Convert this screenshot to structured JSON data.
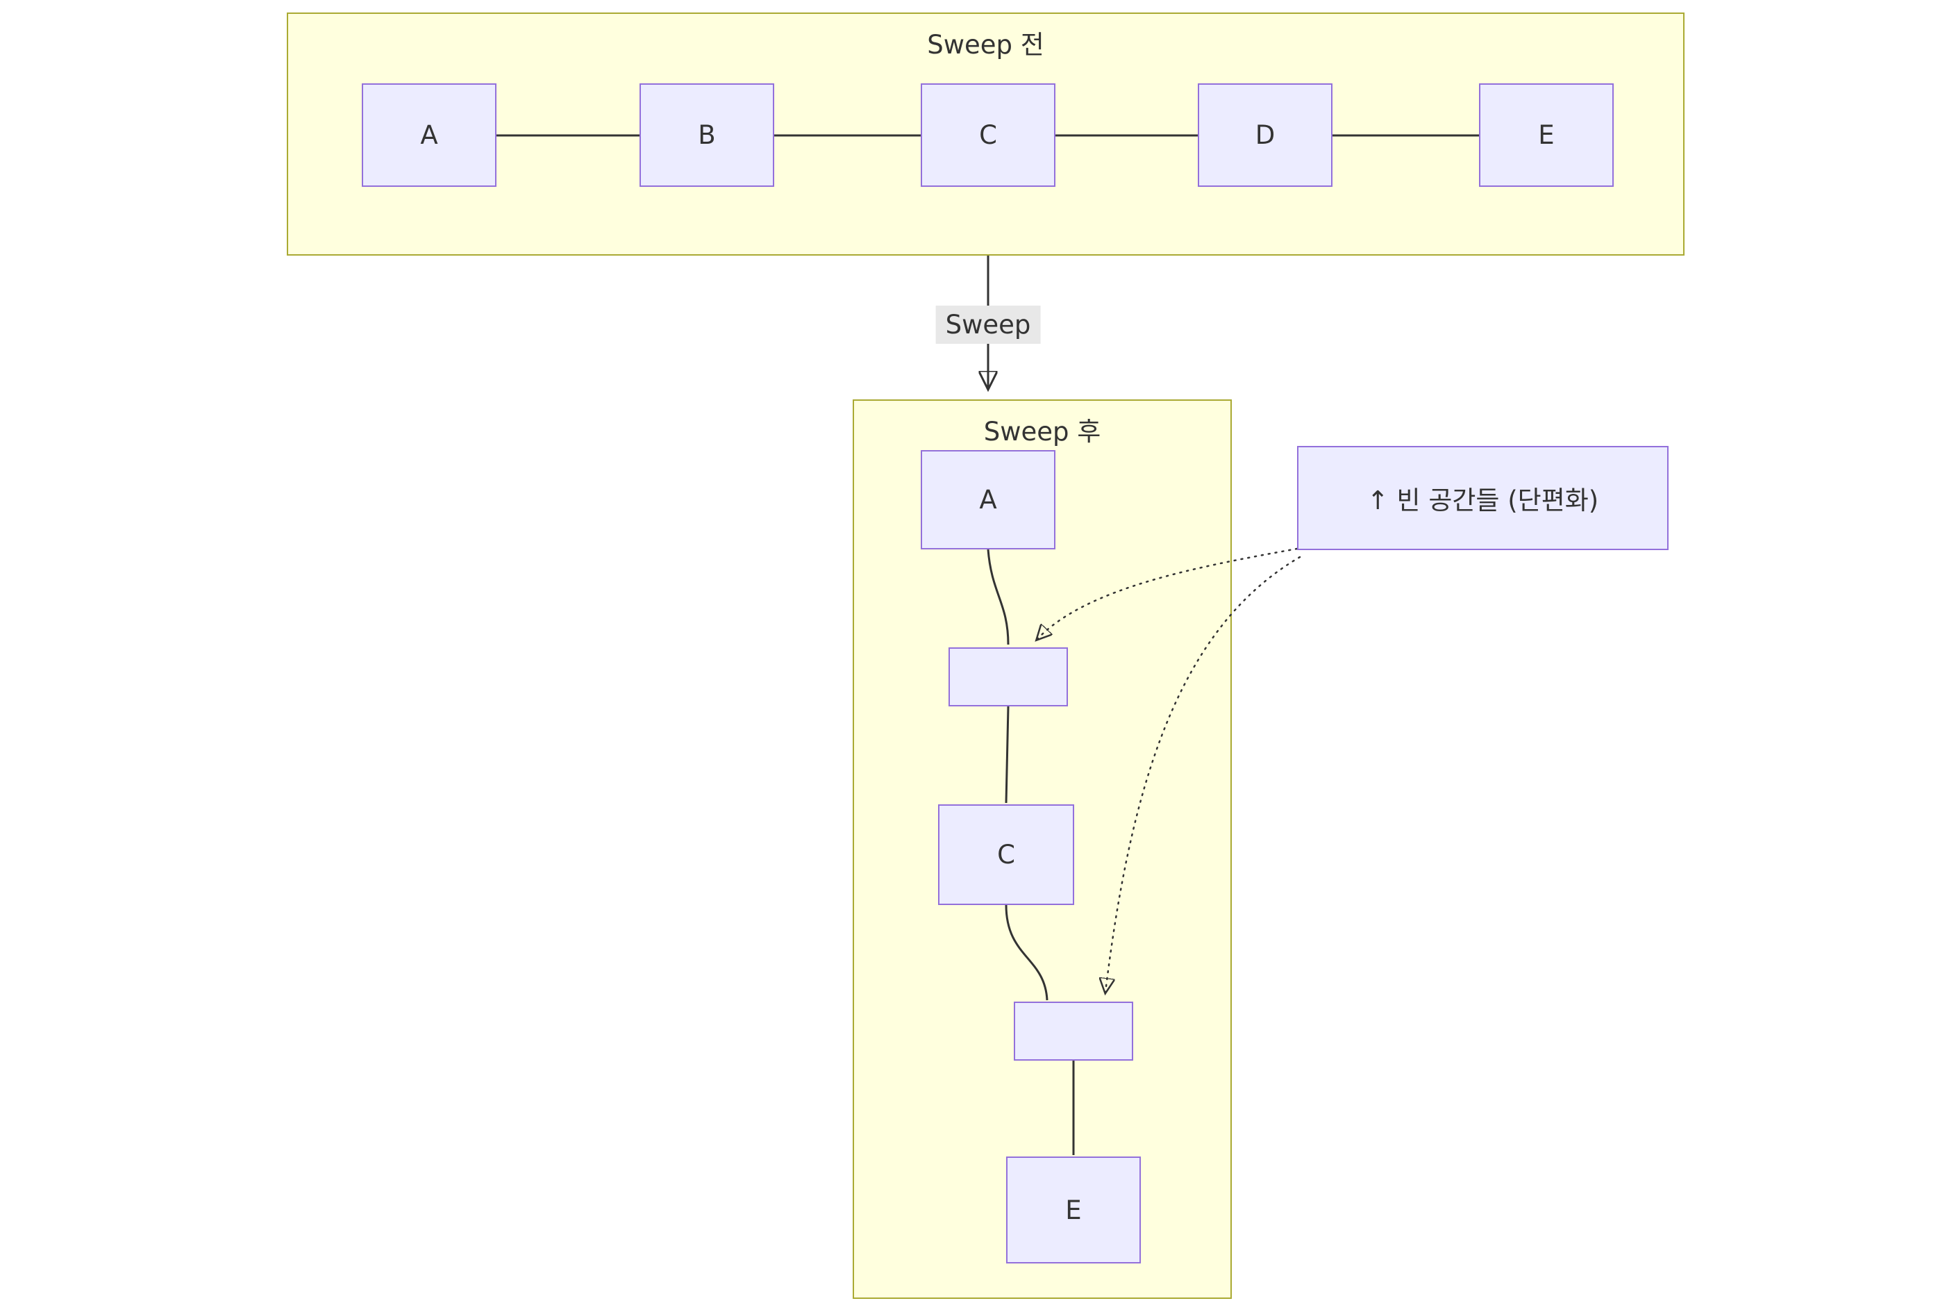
{
  "diagram": {
    "before": {
      "title": "Sweep 전",
      "nodes": [
        "A",
        "B",
        "C",
        "D",
        "E"
      ]
    },
    "sweep_label": "Sweep",
    "after": {
      "title": "Sweep 후",
      "nodes": [
        "A",
        "",
        "C",
        "",
        "E"
      ]
    },
    "annotation": "↑ 빈 공간들 (단편화)",
    "colors": {
      "node_fill": "#ECECFF",
      "node_border": "#9370DB",
      "group_fill": "#ffffde",
      "group_border": "#aaaa33",
      "edge": "#333333",
      "label_bg": "#e8e8e8",
      "text": "#333333"
    }
  }
}
